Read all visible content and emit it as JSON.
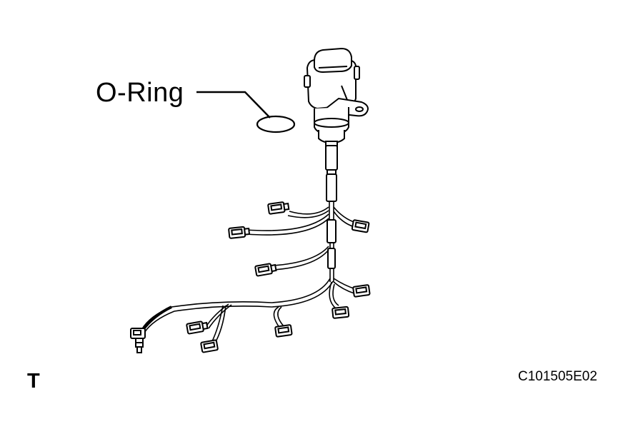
{
  "diagram": {
    "callout_label": "O-Ring",
    "figure_code": "C101505E02",
    "corner_mark": "T",
    "ink_color": "#000000",
    "background_color": "#ffffff"
  }
}
